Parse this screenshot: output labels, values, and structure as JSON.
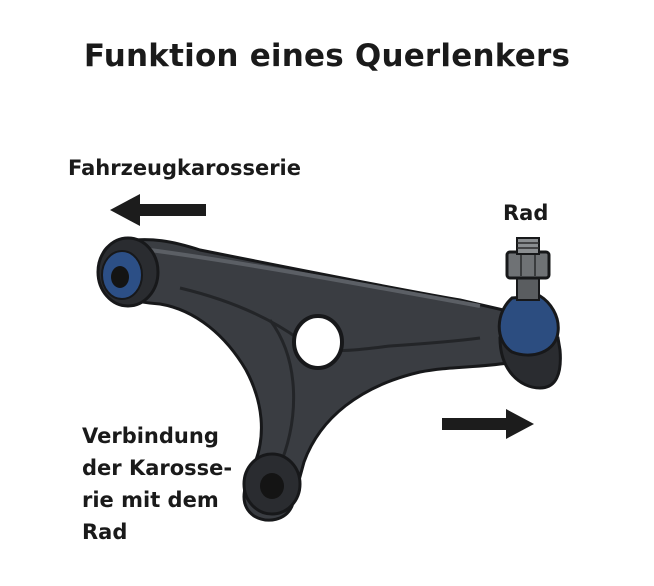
{
  "title": "Funktion eines Querlenkers",
  "labels": {
    "body": "Fahrzeugkarosserie",
    "wheel": "Rad",
    "description_lines": [
      "Verbindung",
      "der Karosse-",
      "rie mit dem",
      "Rad"
    ]
  },
  "icons": [
    "arrow-left-icon",
    "arrow-right-icon",
    "control-arm-icon",
    "ball-joint-icon",
    "bushing-icon"
  ],
  "colors": {
    "arm": "#3a3d42",
    "arm_dark": "#232528",
    "bushing": "#2c4f86",
    "ball_joint": "#2c4d80",
    "bolt": "#6f7275",
    "arrow": "#1c1c1c"
  }
}
